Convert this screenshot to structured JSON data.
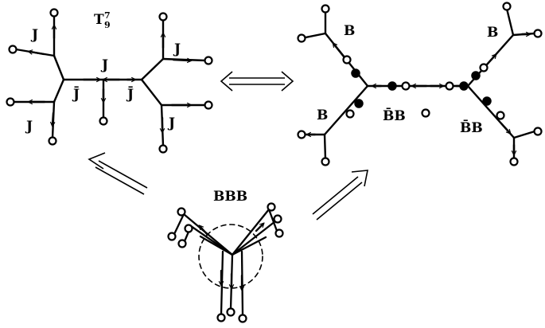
{
  "labels": {
    "t_symbol": "T",
    "t_sub": "9",
    "t_sup": "7",
    "j": "J",
    "jbar": "J̄",
    "b": "B",
    "bbbar": "B̄B",
    "bbb": "BBB"
  },
  "colors": {
    "ink": "#000000",
    "background": "#ffffff"
  }
}
